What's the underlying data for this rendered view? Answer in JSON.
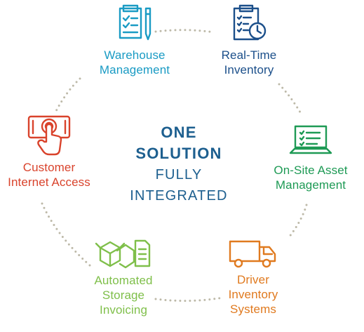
{
  "center": {
    "line1": "ONE",
    "line2": "SOLUTION",
    "line3": "FULLY",
    "line4": "INTEGRATED"
  },
  "nodes": {
    "warehouse": {
      "label": "Warehouse\nManagement",
      "icon": "clipboard-pen-icon",
      "color": "#1a9bc4"
    },
    "realtime": {
      "label": "Real-Time\nInventory",
      "icon": "checklist-clock-icon",
      "color": "#1b4f8a"
    },
    "onsite": {
      "label": "On-Site Asset\nManagement",
      "icon": "laptop-checklist-icon",
      "color": "#1e9a55"
    },
    "driver": {
      "label": "Driver\nInventory\nSystems",
      "icon": "truck-icon",
      "color": "#e07a1f"
    },
    "storage": {
      "label": "Automated\nStorage\nInvoicing",
      "icon": "boxes-invoice-icon",
      "color": "#7fbf4a"
    },
    "customer": {
      "label": "Customer\nInternet Access",
      "icon": "tablet-touch-icon",
      "color": "#d9432c"
    }
  },
  "colors": {
    "dots": "#bdb9a8",
    "center_text": "#1d5f8f"
  }
}
